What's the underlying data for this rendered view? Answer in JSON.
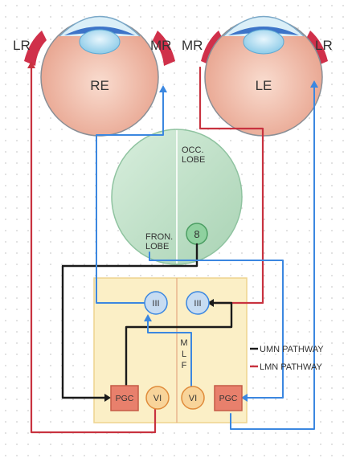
{
  "eyes": {
    "right": {
      "label": "RE",
      "muscle_left": "LR",
      "muscle_right": "MR"
    },
    "left": {
      "label": "LE",
      "muscle_left": "MR",
      "muscle_right": "LR"
    }
  },
  "brain": {
    "occipital": [
      "OCC.",
      "LOBE"
    ],
    "frontal": [
      "FRON.",
      "LOBE"
    ],
    "area": "8"
  },
  "brainstem": {
    "nucleus_iii_left": "III",
    "nucleus_iii_right": "III",
    "mlf": [
      "M",
      "L",
      "F"
    ],
    "pgc_left": "PGC",
    "vi_left": "VI",
    "vi_right": "VI",
    "pgc_right": "PGC"
  },
  "legend": [
    {
      "label": "UMN PATHWAY",
      "color": "#1a1a1a"
    },
    {
      "label": "LMN PATHWAY",
      "color": "#c8323f"
    }
  ],
  "colors": {
    "blue_path": "#3b87e0",
    "red_path": "#c8323f",
    "black_path": "#1a1a1a",
    "eye_pink": "#f0b8a4",
    "lobe_green": "#bfe0c8",
    "brainstem_fill": "#fbefc6",
    "pgc_fill": "#e8806c",
    "vi_fill": "#f8d49a",
    "iii_fill": "#c7dcf2"
  }
}
